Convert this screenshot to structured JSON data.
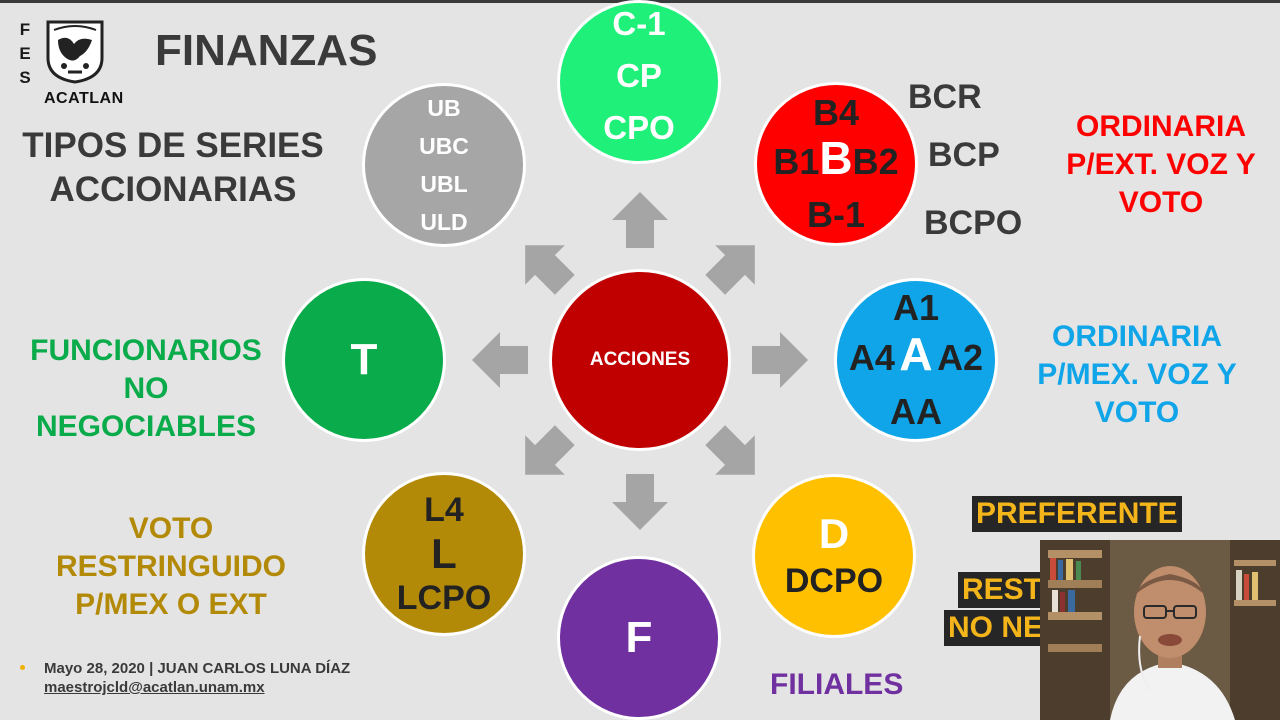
{
  "logo": {
    "fes_letters": [
      "F",
      "E",
      "S"
    ],
    "institution": "ACATLAN"
  },
  "title": "FINANZAS",
  "subtitle_lines": [
    "TIPOS DE SERIES",
    "ACCIONARIAS"
  ],
  "center": {
    "label": "ACCIONES",
    "color": "#c00000"
  },
  "circles": {
    "gray": {
      "lines": [
        "UB",
        "UBC",
        "UBL",
        "ULD"
      ],
      "color": "#a6a6a6"
    },
    "cp": {
      "lines": [
        "C-1",
        "CP",
        "CPO"
      ],
      "color": "#1ef07a"
    },
    "b": {
      "top": "B4",
      "left": "B1",
      "mid": "B",
      "right": "B2",
      "bottom": "B-1",
      "color": "#ff0000"
    },
    "a": {
      "top": "A1",
      "left": "A4",
      "mid": "A",
      "right": "A2",
      "bottom": "AA",
      "color": "#0fa5e8"
    },
    "t": {
      "label": "T",
      "color": "#0aab4a"
    },
    "l": {
      "lines": [
        "L4",
        "L",
        "LCPO"
      ],
      "color": "#b38a08"
    },
    "f": {
      "label": "F",
      "color": "#7030a0"
    },
    "d": {
      "lines": [
        "D",
        "DCPO"
      ],
      "color": "#ffc000"
    }
  },
  "b_series": [
    "BCR",
    "BCP",
    "BCPO"
  ],
  "labels": {
    "ordinaria_ext": {
      "lines": [
        "ORDINARIA",
        "P/EXT. VOZ Y",
        "VOTO"
      ],
      "color": "#ff0000"
    },
    "ordinaria_mex": {
      "lines": [
        "ORDINARIA",
        "P/MEX. VOZ Y",
        "VOTO"
      ],
      "color": "#0fa5e8"
    },
    "funcionarios": {
      "lines": [
        "FUNCIONARIOS",
        "NO",
        "NEGOCIABLES"
      ],
      "color": "#0aab4a"
    },
    "voto": {
      "lines": [
        "VOTO",
        "RESTRINGUIDO",
        "P/MEX O EXT"
      ],
      "color": "#b38a08"
    },
    "filiales": {
      "text": "FILIALES",
      "color": "#7030a0"
    }
  },
  "boxes": {
    "preferente": "PREFERENTE",
    "rest": "REST",
    "no_ne": "NO NE"
  },
  "footer": {
    "line1": "Mayo 28, 2020 | JUAN CARLOS LUNA DÍAZ",
    "email": "maestrojcld@acatlan.unam.mx"
  },
  "colors": {
    "arrow": "#a5a5a5",
    "text_dark": "#3a3a3a",
    "box_bg": "#262626",
    "box_text": "#f3b51a"
  }
}
